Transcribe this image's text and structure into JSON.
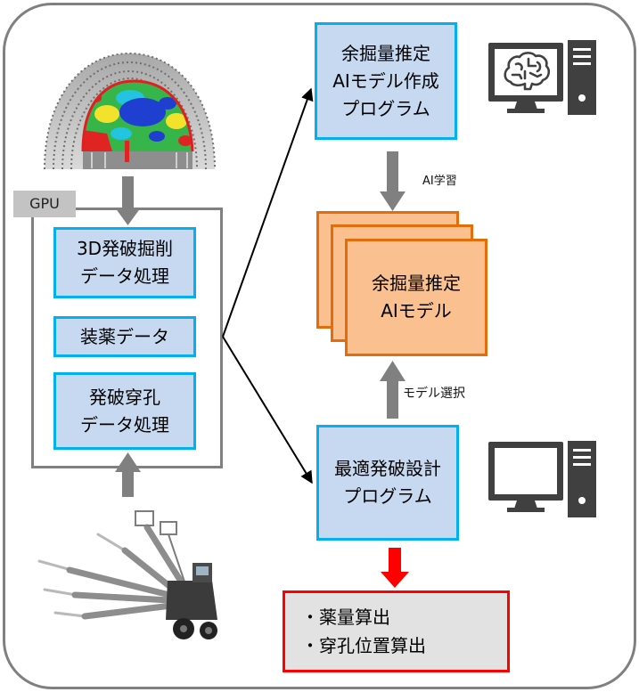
{
  "gpu": {
    "label": "GPU",
    "boxes": [
      {
        "lines": [
          "3D発破掘削",
          "データ処理"
        ]
      },
      {
        "lines": [
          "装薬データ"
        ]
      },
      {
        "lines": [
          "発破穿孔",
          "データ処理"
        ]
      }
    ]
  },
  "ai_creation_program": {
    "lines": [
      "余掘量推定",
      "AIモデル作成",
      "プログラム"
    ]
  },
  "ai_learning_label": "AI学習",
  "ai_model": {
    "lines": [
      "余掘量推定",
      "AIモデル"
    ]
  },
  "model_selection_label": "モデル選択",
  "optimal_design_program": {
    "lines": [
      "最適発破設計",
      "プログラム"
    ]
  },
  "output": {
    "lines": [
      "・薬量算出",
      "・穿孔位置算出"
    ]
  },
  "icons": {
    "tunnel_scan": "tunnel-point-cloud-icon",
    "drill_jumbo": "drill-jumbo-icon",
    "ai_computer": [
      "computer-monitor-icon",
      "brain-icon",
      "pc-tower-icon"
    ],
    "design_computer": [
      "computer-monitor-icon",
      "pc-tower-icon"
    ]
  },
  "colors": {
    "blue_box_fill": "#c6d9f1",
    "blue_box_border": "#00b0f0",
    "orange_box_fill": "#fac090",
    "orange_box_border": "#e46c0a",
    "output_box_fill": "#e2e2e2",
    "output_box_border": "#ff0000",
    "arrow_gray": "#808080",
    "arrow_red": "#ff0000"
  }
}
